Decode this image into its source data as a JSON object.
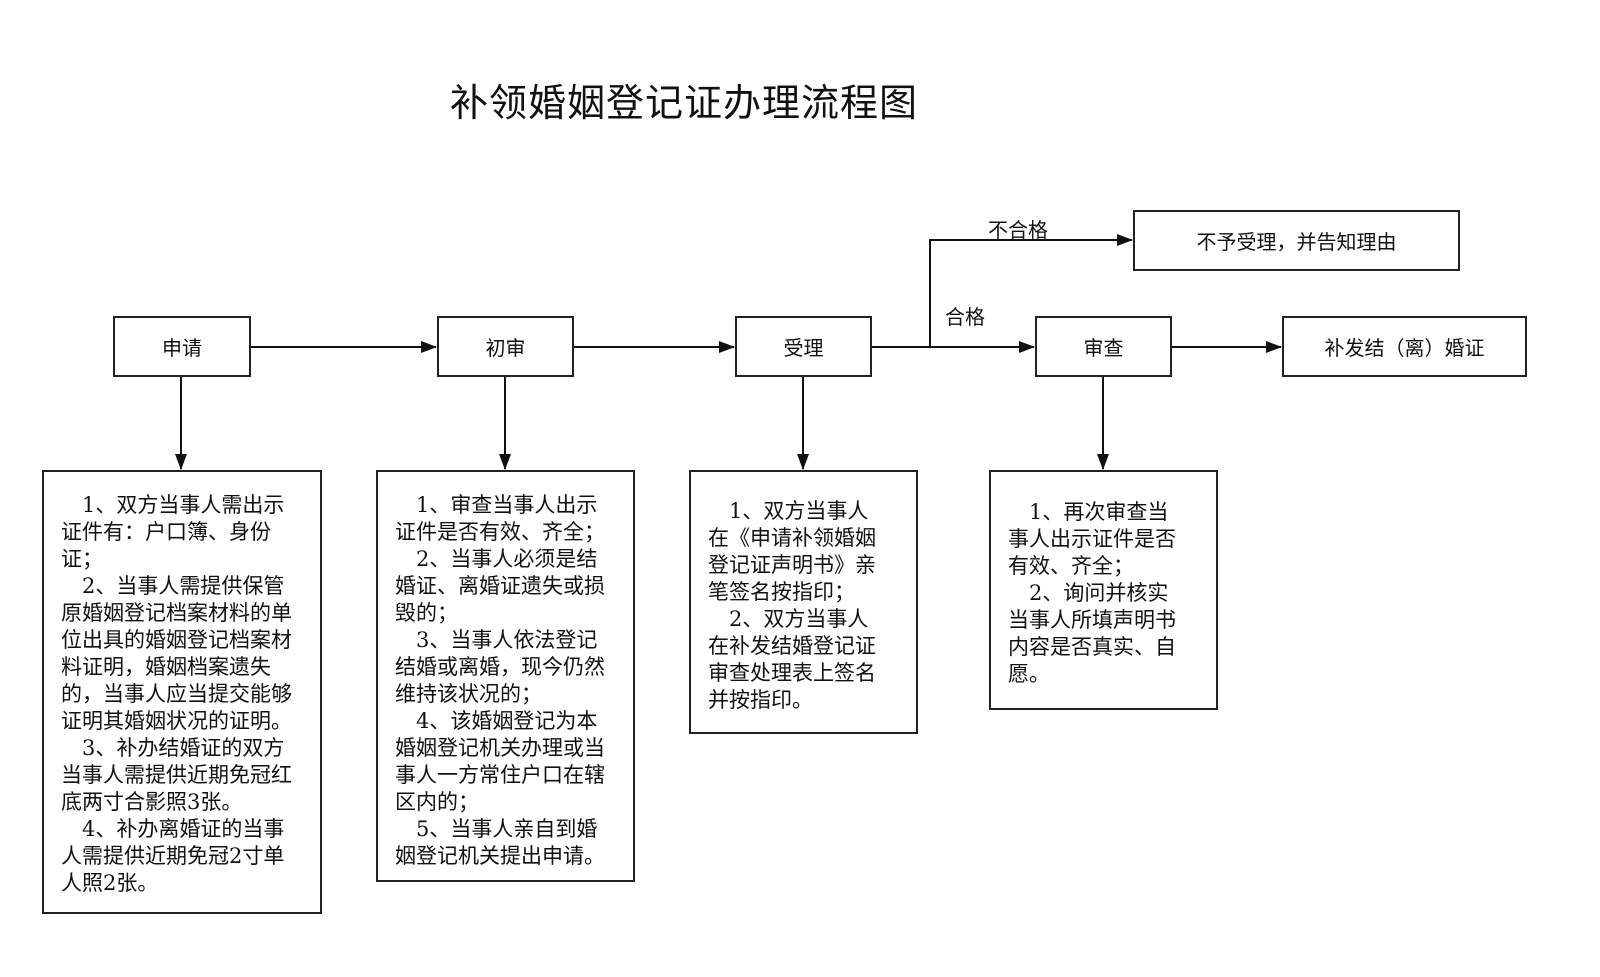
{
  "title": "补领婚姻登记证办理流程图",
  "nodes": {
    "apply": "申请",
    "initial_review": "初审",
    "accept": "受理",
    "review": "审查",
    "reissue": "补发结（离）婚证",
    "reject": "不予受理，并告知理由"
  },
  "edge_labels": {
    "fail": "不合格",
    "pass": "合格"
  },
  "details": {
    "apply": [
      "　1、双方当事人需出示",
      "证件有：户口簿、身份",
      "证；",
      "　2、当事人需提供保管",
      "原婚姻登记档案材料的单",
      "位出具的婚姻登记档案材",
      "料证明，婚姻档案遗失",
      "的，当事人应当提交能够",
      "证明其婚姻状况的证明。",
      "　3、补办结婚证的双方",
      "当事人需提供近期免冠红",
      "底两寸合影照3张。",
      "　4、补办离婚证的当事",
      "人需提供近期免冠2寸单",
      "人照2张。"
    ],
    "initial_review": [
      "　1、审查当事人出示",
      "证件是否有效、齐全；",
      "　2、当事人必须是结",
      "婚证、离婚证遗失或损",
      "毁的；",
      "　3、当事人依法登记",
      "结婚或离婚，现今仍然",
      "维持该状况的；",
      "　4、该婚姻登记为本",
      "婚姻登记机关办理或当",
      "事人一方常住户口在辖",
      "区内的；",
      "　5、当事人亲自到婚",
      "姻登记机关提出申请。"
    ],
    "accept": [
      "　1、双方当事人",
      "在《申请补领婚姻",
      "登记证声明书》亲",
      "笔签名按指印；",
      "　2、双方当事人",
      "在补发结婚登记证",
      "审查处理表上签名",
      "并按指印。"
    ],
    "review": [
      "　1、再次审查当",
      "事人出示证件是否",
      "有效、齐全；",
      "　2、询问并核实",
      "当事人所填声明书",
      "内容是否真实、自",
      "愿。"
    ]
  }
}
